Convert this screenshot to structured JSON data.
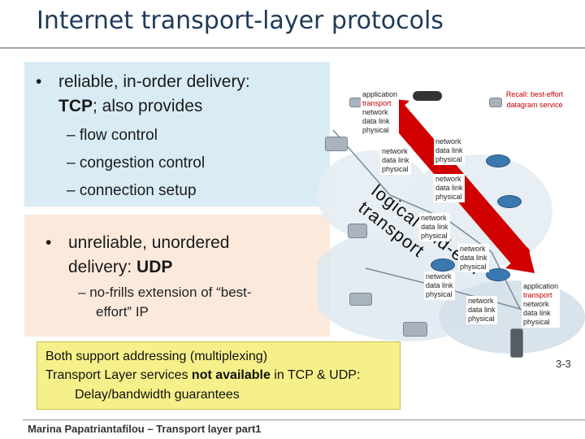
{
  "slide": {
    "title": "Internet transport-layer protocols",
    "tcp": {
      "bullet": "reliable, in-order delivery:",
      "proto": "TCP",
      "tail": "; also provides",
      "items": [
        "flow control",
        "congestion control",
        "connection setup"
      ]
    },
    "udp": {
      "bullet": "unreliable, unordered",
      "line2_pre": "delivery: ",
      "proto": "UDP",
      "sub1": "no-frills extension of “best-",
      "sub2": "effort” IP"
    },
    "note": {
      "line1": "Both support addressing (multiplexing)",
      "line2_pre": "Transport Layer services ",
      "line2_bold": "not available",
      "line2_post": " in TCP & UDP:",
      "line3": "Delay/bandwidth guarantees"
    },
    "footer": "Marina Papatriantafilou –  Transport layer part1",
    "page": "3-3"
  },
  "diagram": {
    "recall_line1": "Recall: best-effort",
    "recall_line2": "datagram service",
    "arrow_label": "logical end-end transport",
    "host_stack": [
      "application",
      "transport",
      "network",
      "data link",
      "physical"
    ],
    "router_stack": [
      "network",
      "data link",
      "physical"
    ],
    "arrow_color": "#d00000"
  }
}
